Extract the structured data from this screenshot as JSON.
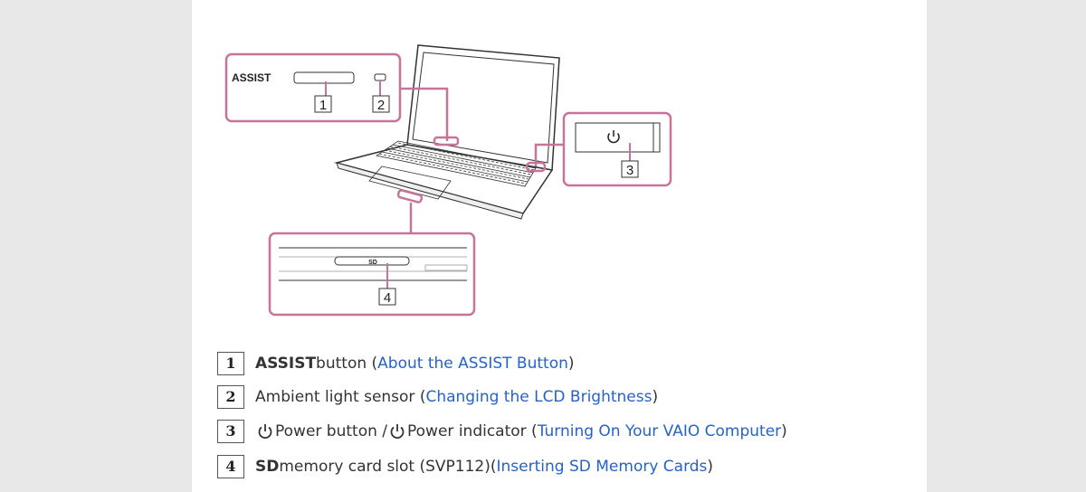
{
  "figure": {
    "callout_assist_label": "ASSIST",
    "callout_sd_label": "SD",
    "callout_numbers": [
      "1",
      "2",
      "3",
      "4"
    ]
  },
  "legend": [
    {
      "number": "1",
      "bold": "ASSIST",
      "text": " button (",
      "link": "About the ASSIST Button",
      "suffix": ")"
    },
    {
      "number": "2",
      "bold": "",
      "text": "Ambient light sensor (",
      "link": "Changing the LCD Brightness",
      "suffix": ")"
    },
    {
      "number": "3",
      "mid1": " Power button / ",
      "mid2": " Power indicator (",
      "link": "Turning On Your VAIO Computer",
      "suffix": ")"
    },
    {
      "number": "4",
      "bold": "SD",
      "text": " memory card slot (SVP112)(",
      "link": "Inserting SD Memory Cards",
      "suffix": ")"
    }
  ],
  "colors": {
    "callout": "#c8739a",
    "link": "#2563c7",
    "text": "#333333"
  }
}
